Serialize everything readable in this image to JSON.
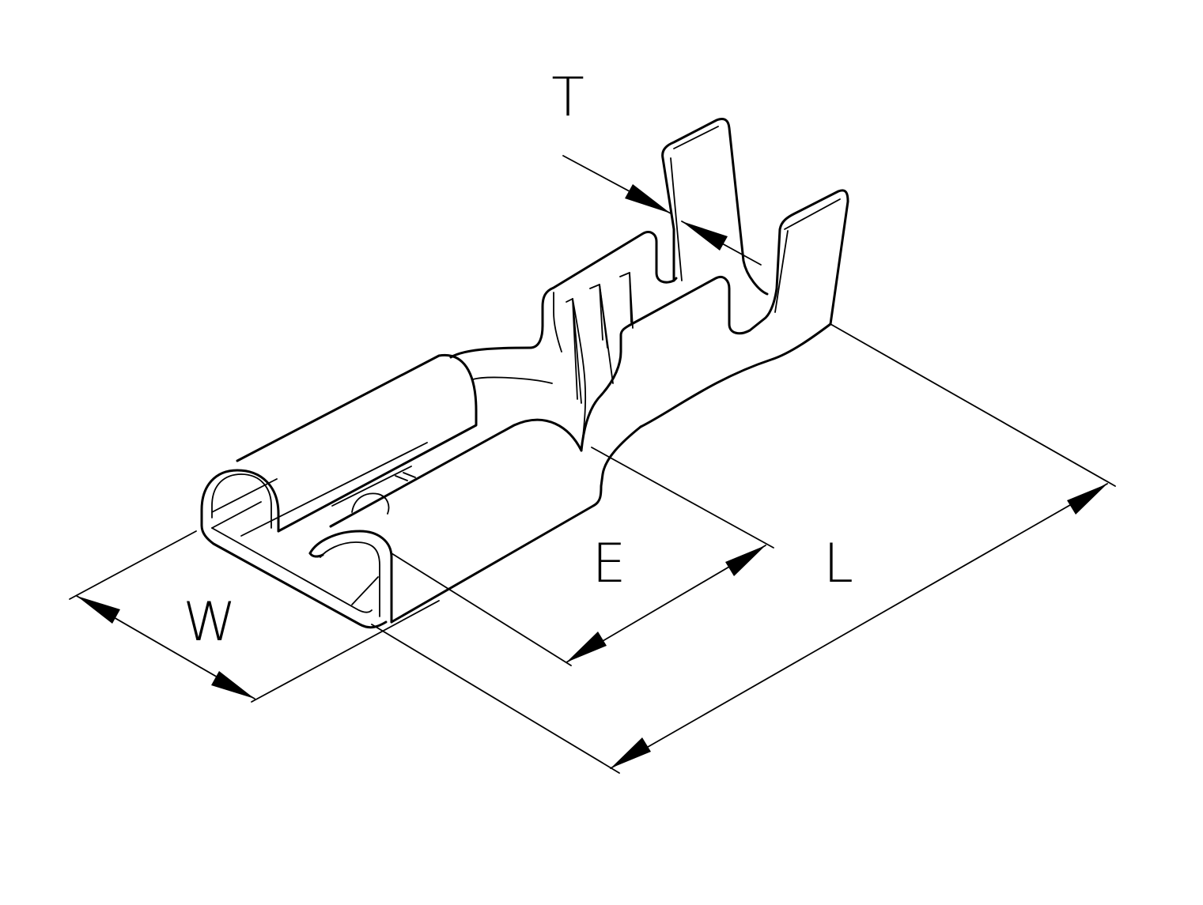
{
  "diagram": {
    "line_color": "#000000",
    "background_color": "#ffffff",
    "dimensions": {
      "thickness": "T",
      "width": "W",
      "engagement_length": "E",
      "overall_length": "L"
    }
  }
}
